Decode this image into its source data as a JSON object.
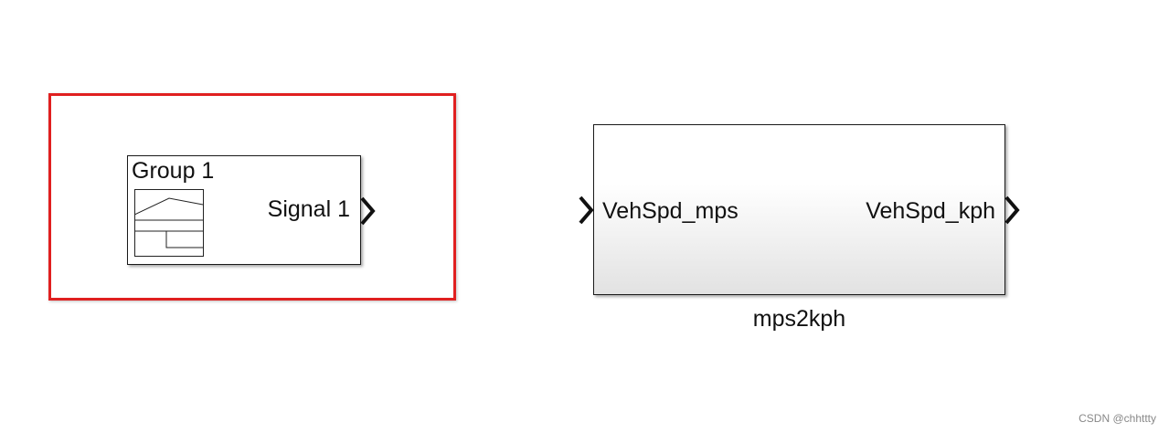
{
  "signal_builder_block": {
    "group_label": "Group 1",
    "signal_label": "Signal 1"
  },
  "subsystem_block": {
    "input_port_label": "VehSpd_mps",
    "output_port_label": "VehSpd_kph",
    "name": "mps2kph"
  },
  "colors": {
    "highlight_border": "#e02020",
    "block_border": "#1a1a1a",
    "subsystem_gradient_bottom": "#e2e2e2"
  },
  "icons": {
    "signal_waveform": "waveform-icon",
    "port": "chevron-port-icon"
  },
  "watermark": "CSDN @chhttty"
}
